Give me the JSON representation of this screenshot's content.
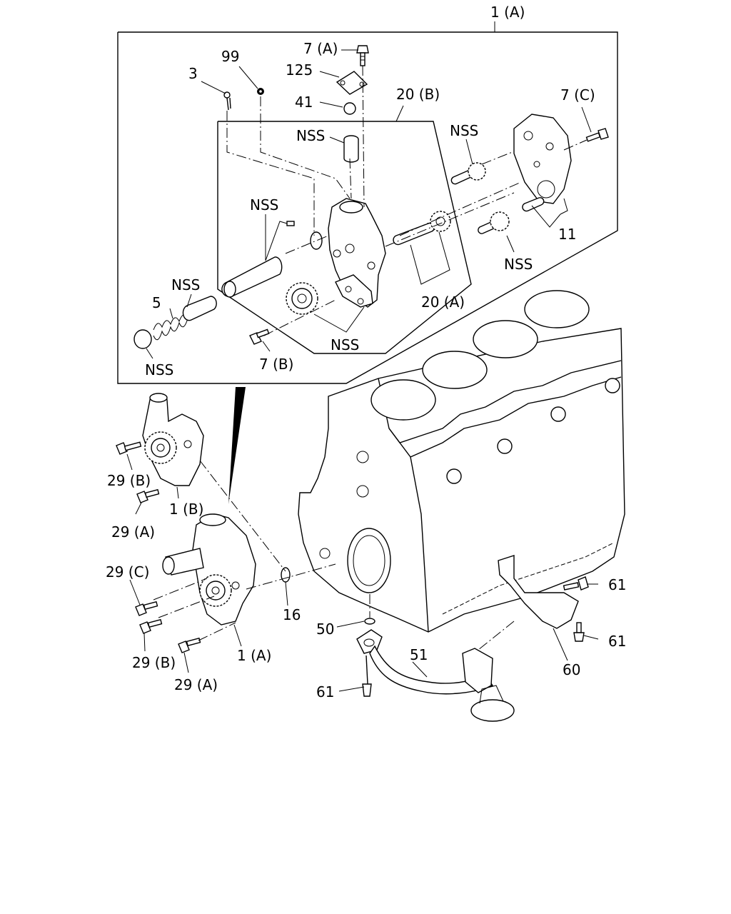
{
  "labels": {
    "l_1a_top": "1 (A)",
    "l_7a": "7 (A)",
    "l_99": "99",
    "l_125": "125",
    "l_3": "3",
    "l_41": "41",
    "l_20b": "20 (B)",
    "l_7c": "7 (C)",
    "l_nss_a": "NSS",
    "l_nss_b": "NSS",
    "l_nss_c": "NSS",
    "l_nss_d": "NSS",
    "l_nss_e": "NSS",
    "l_nss_f": "NSS",
    "l_nss_g": "NSS",
    "l_5": "5",
    "l_11": "11",
    "l_20a": "20 (A)",
    "l_7b": "7 (B)",
    "l_29b_a": "29 (B)",
    "l_1b": "1 (B)",
    "l_29a_a": "29 (A)",
    "l_29c": "29 (C)",
    "l_16": "16",
    "l_50": "50",
    "l_51": "51",
    "l_29b_b": "29 (B)",
    "l_1a_bot": "1 (A)",
    "l_29a_b": "29 (A)",
    "l_61_a": "61",
    "l_61_b": "61",
    "l_61_c": "61",
    "l_60": "60"
  }
}
